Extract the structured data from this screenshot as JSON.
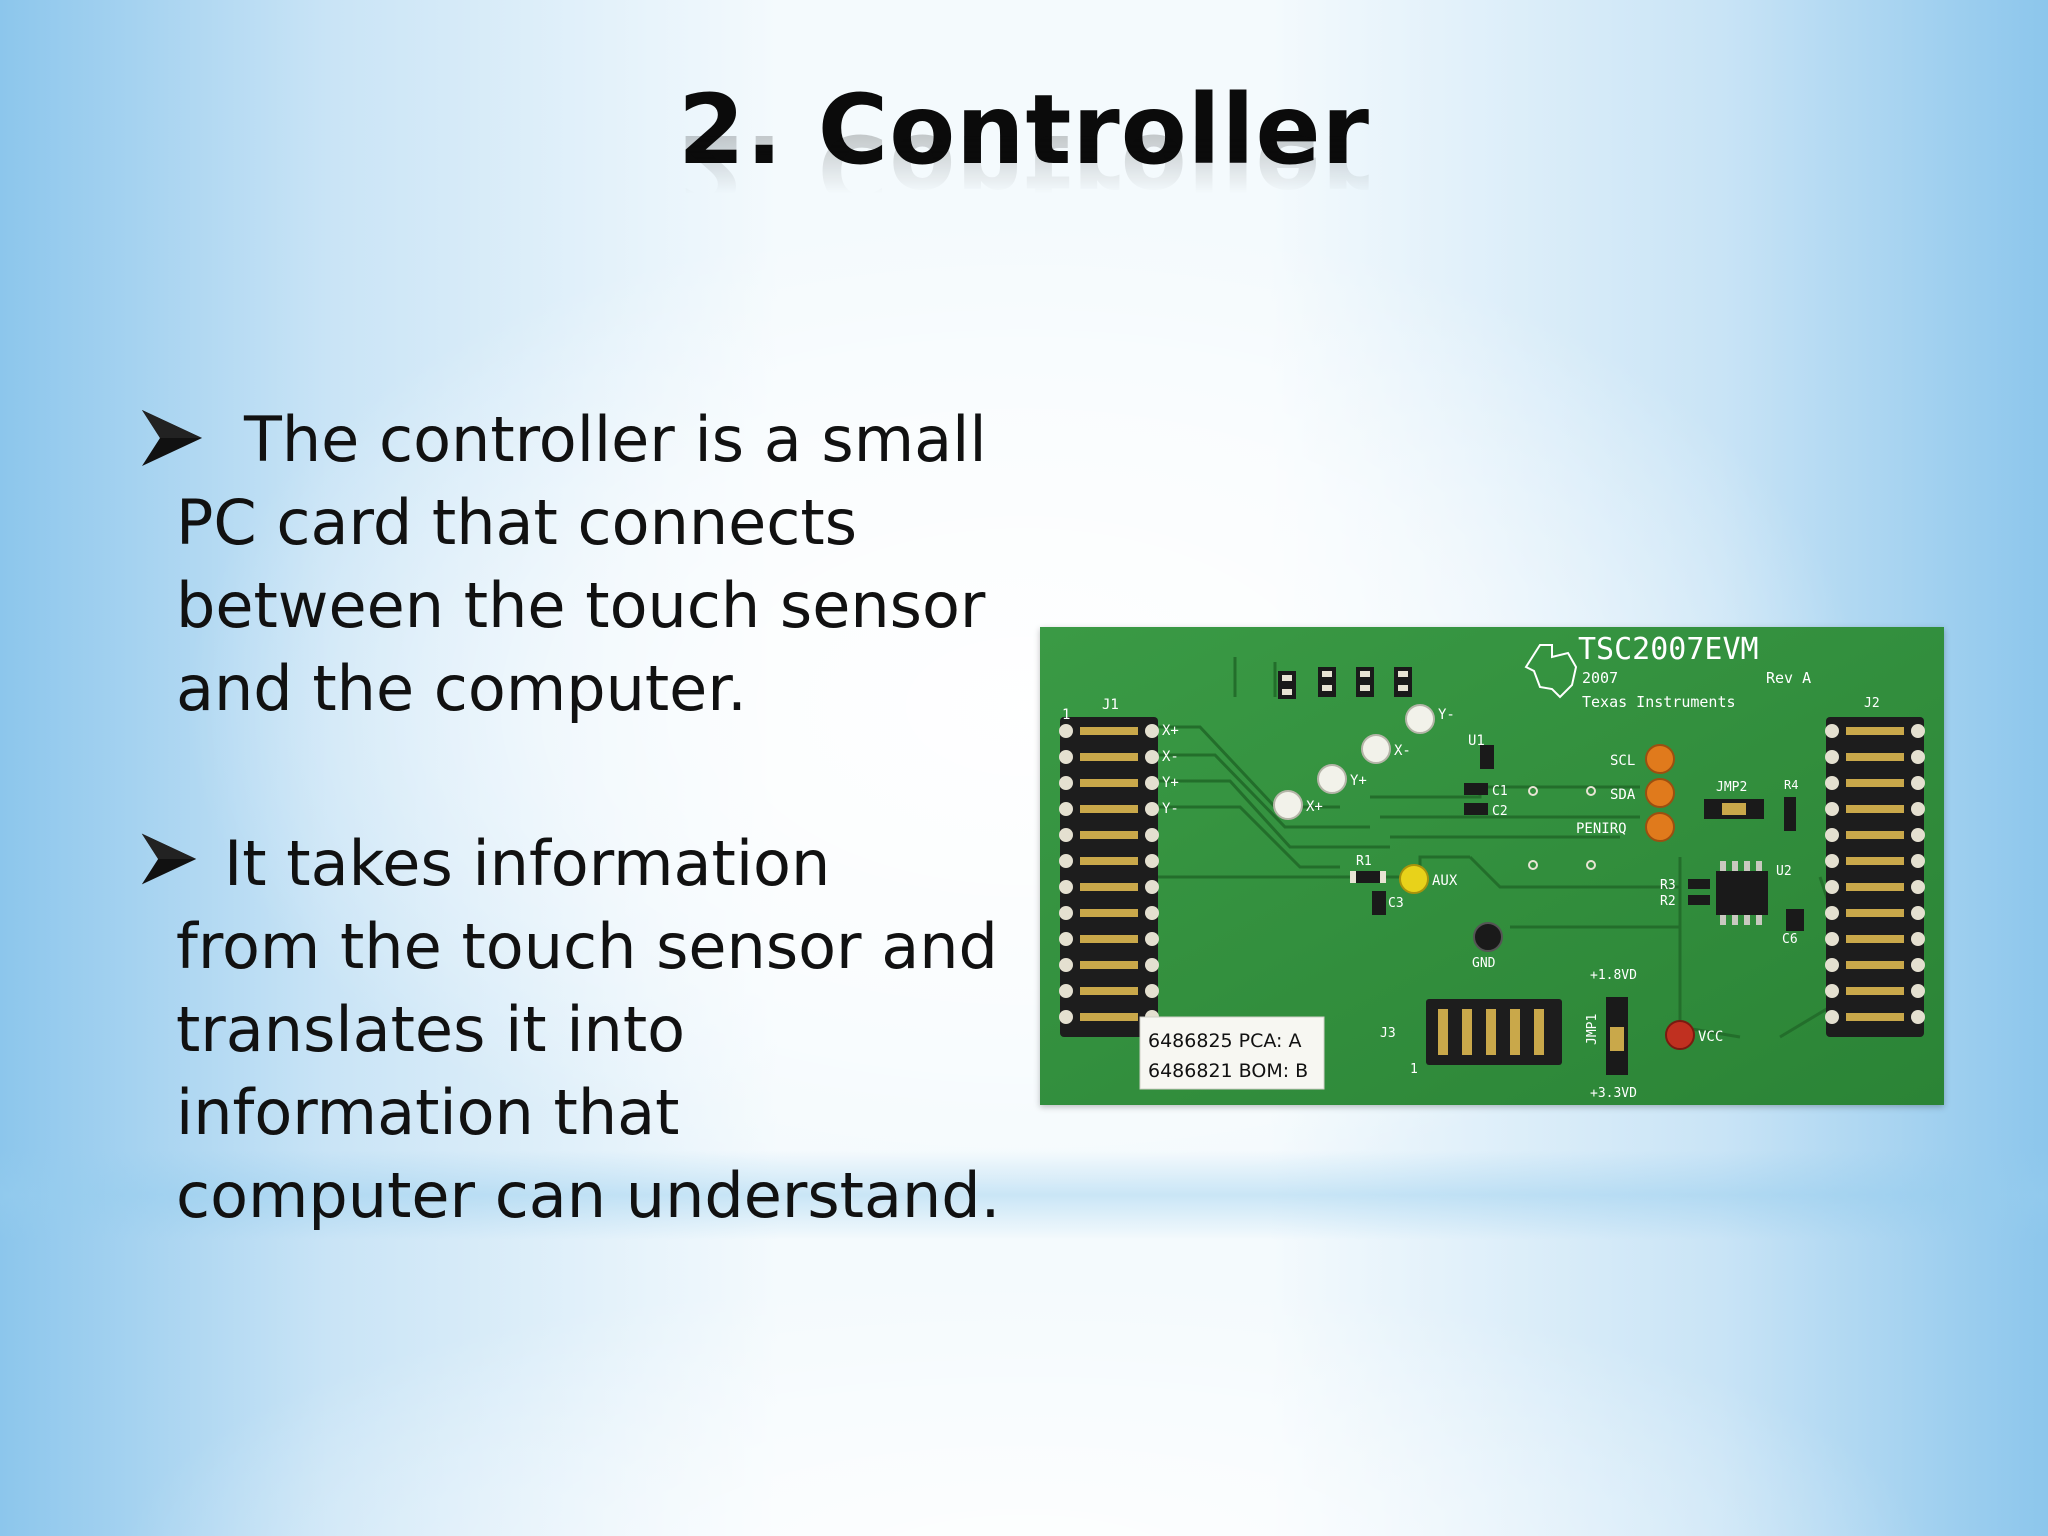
{
  "slide": {
    "title": "2. Controller",
    "bullets": [
      {
        "lines": [
          "The controller is a small",
          "PC card that connects",
          "between the touch sensor",
          "and the computer."
        ]
      },
      {
        "lines": [
          "It takes information",
          "from the touch sensor and",
          "translates it into",
          "information that",
          "computer can understand."
        ]
      }
    ]
  },
  "board": {
    "model": "TSC2007EVM",
    "year": "2007",
    "rev": "Rev A",
    "maker": "Texas Instruments",
    "connector_left": "J1",
    "connector_right": "J2",
    "header": "J3",
    "jumper2": "JMP2",
    "jumper1": "JMP1",
    "ic1": "U1",
    "ic2": "U2",
    "pins_left": [
      "X+",
      "X-",
      "Y+",
      "Y-"
    ],
    "test_points": [
      "Y-",
      "X-",
      "Y+",
      "X+",
      "AUX",
      "GND",
      "SCL",
      "SDA",
      "PENIRQ",
      "VCC"
    ],
    "parts": [
      "C1",
      "C2",
      "R1",
      "C3",
      "R3",
      "R2",
      "C6",
      "R4"
    ],
    "supply_labels": [
      "+1.8VD",
      "+3.3VD"
    ],
    "pin1_label": "1",
    "sticker_line1": "6486825 PCA: A",
    "sticker_line2": "6486821 BOM: B"
  },
  "colors": {
    "board_green": "#2e8b3a",
    "trace_green": "#2a7a32",
    "pad_orange": "#e07a1c",
    "pad_yellow": "#e8d21a",
    "pad_red": "#c03020"
  }
}
